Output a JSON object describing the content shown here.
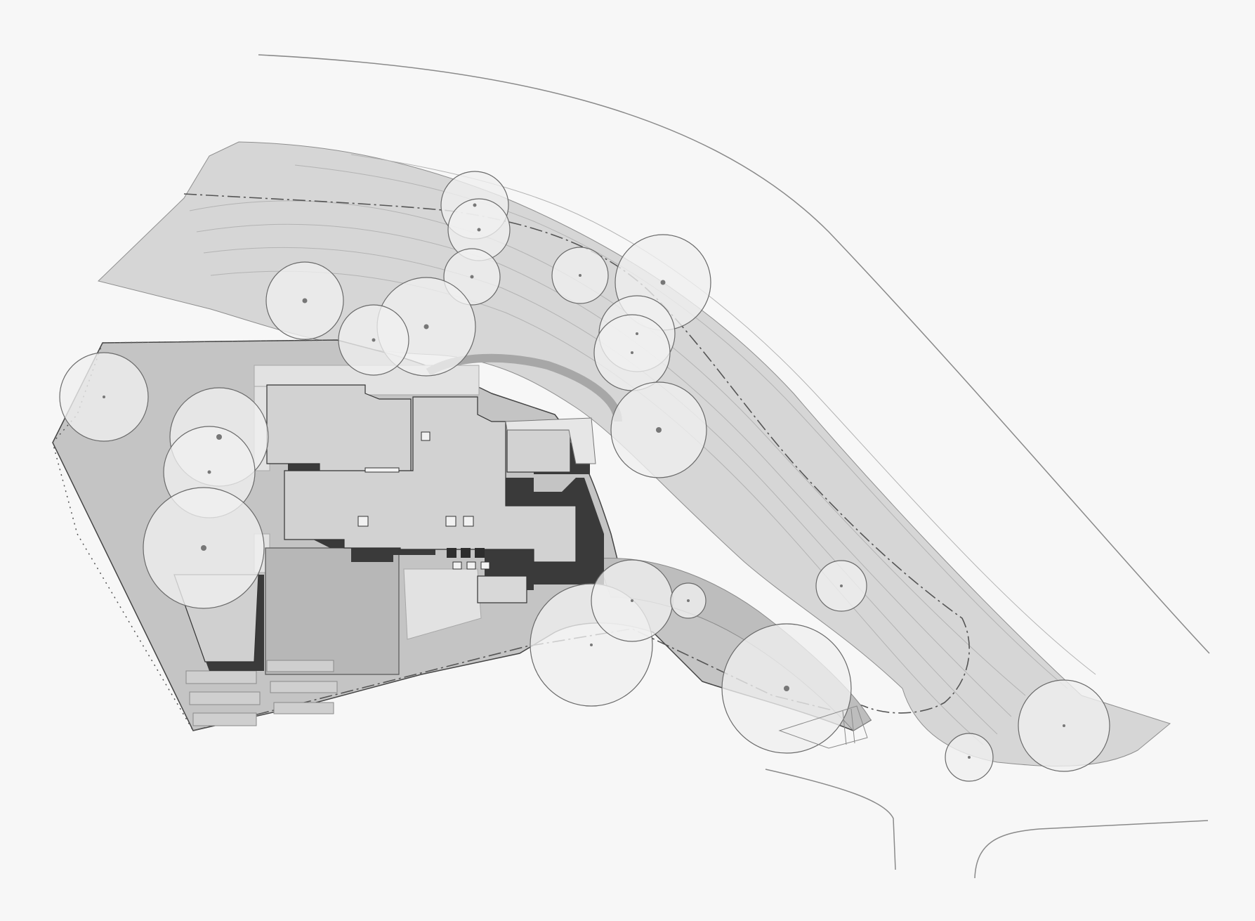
{
  "drawing": {
    "kind": "architectural site plan",
    "style": "monochrome grayscale, no printed text",
    "colors": {
      "paper": "#f7f7f7",
      "site_fill": "#c4c4c4",
      "slope_fill": "#d6d6d6",
      "lawn_fill": "#b9b9b9",
      "roof_fill": "#d2d2d2",
      "roof_dark": "#c2c2c2",
      "shadow": "#3a3a3a",
      "canopy_fill": "#efefef",
      "line": "#6a6a6a",
      "fine_line": "#9a9a9a",
      "paving": "#e2e2e2",
      "trunk_dot": "#777777"
    },
    "elements": {
      "trees": 20,
      "buildings": 1,
      "garage": 1,
      "skylights": 6,
      "parking_bays": 6
    }
  }
}
